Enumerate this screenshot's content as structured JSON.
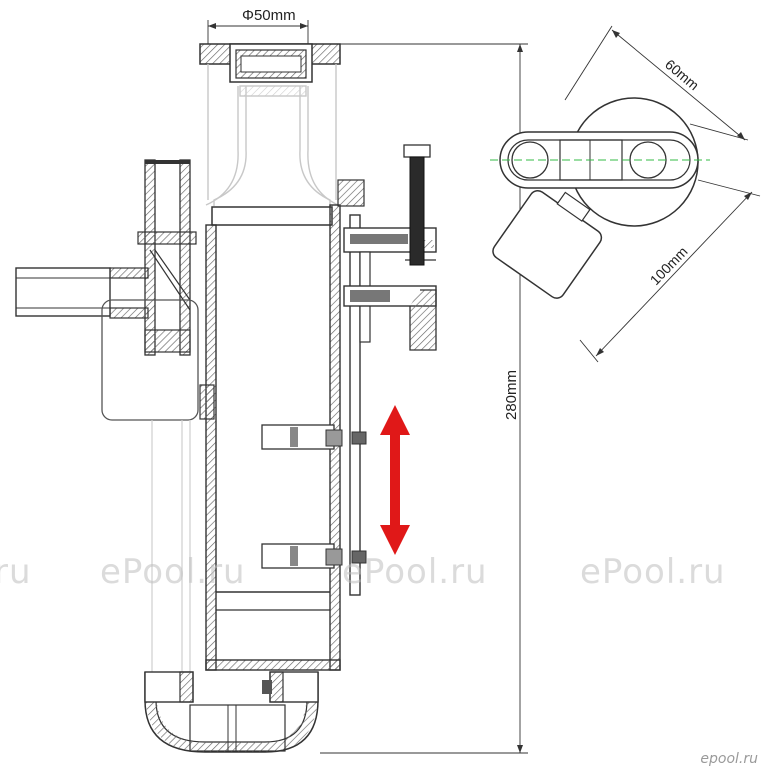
{
  "dimensions": {
    "top_diameter": "Φ50mm",
    "overall_height": "280mm",
    "width_60": "60mm",
    "width_100": "100mm"
  },
  "watermarks": [
    "ru",
    "ePool.ru",
    "ePool.ru",
    "ePool.ru"
  ],
  "logo": "epool.ru",
  "colors": {
    "line": "#333333",
    "hatch": "#777777",
    "ghost": "#c8c8c8",
    "arrow": "#e01818",
    "centerline": "#33bb44"
  },
  "icons": {
    "adjust": "double-arrow-vertical-icon"
  }
}
